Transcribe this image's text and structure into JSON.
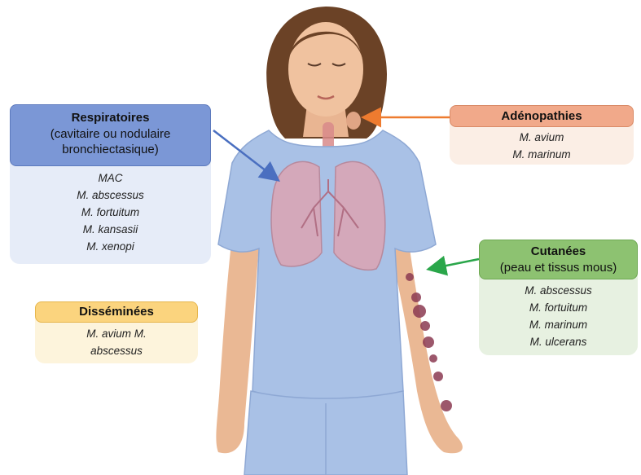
{
  "respiratory": {
    "title": "Respiratoires",
    "subtitle_line1": "(cavitaire ou nodulaire",
    "subtitle_line2": "bronchiectasique)",
    "items": [
      "MAC",
      "M. abscessus",
      "M. fortuitum",
      "M. kansasii",
      "M. xenopi"
    ],
    "header_color": "#7b97d6",
    "arrow_color": "#4a6fc0"
  },
  "adenopathies": {
    "title": "Adénopathies",
    "items": [
      "M. avium",
      "M. marinum"
    ],
    "header_color": "#f1a98a",
    "arrow_color": "#ee7b2f"
  },
  "cutaneous": {
    "title": "Cutanées",
    "subtitle": "(peau et tissus mous)",
    "items": [
      "M. abscessus",
      "M. fortuitum",
      "M. marinum",
      "M. ulcerans"
    ],
    "header_color": "#8dc271",
    "arrow_color": "#2aa64a"
  },
  "disseminated": {
    "title": "Disséminées",
    "items_line1": "M. avium M.",
    "items_line2": "abscessus",
    "header_color": "#fbd47e"
  }
}
